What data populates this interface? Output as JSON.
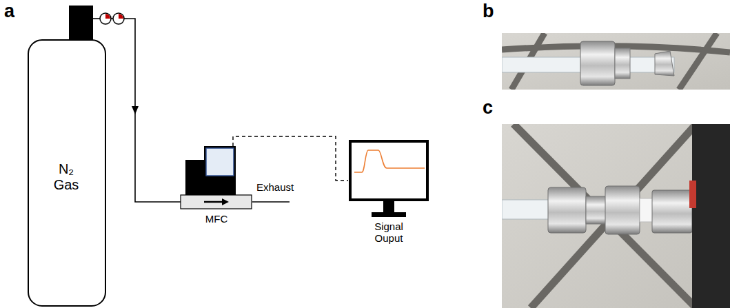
{
  "diagram": {
    "nodes": [
      {
        "text": [
          "N₂ Gas"
        ]
      },
      {
        "text": [
          "MFC"
        ]
      },
      {
        "text": [
          "Signal Ouput"
        ]
      }
    ],
    "edges": [
      {
        "from": 0,
        "to": 1,
        "arrow": "to"
      },
      {
        "from": 1,
        "to": 2,
        "arrow": "none"
      }
    ],
    "labels": [
      "a",
      "b",
      "c",
      "Exhaust"
    ]
  }
}
